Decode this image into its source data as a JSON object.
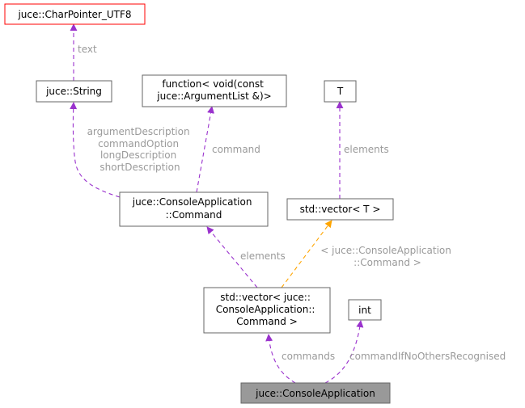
{
  "colors": {
    "edge_purple": "#9a32cd",
    "edge_orange": "#ffa500",
    "label_gray": "#9a9a9a",
    "node_border": "#666666",
    "missing_border": "#ff0000",
    "focus_fill": "#999999"
  },
  "nodes": {
    "charpointer": {
      "lines": [
        "juce::CharPointer_UTF8"
      ]
    },
    "string": {
      "lines": [
        "juce::String"
      ]
    },
    "function": {
      "lines": [
        "function< void(const",
        "juce::ArgumentList &)>"
      ]
    },
    "t": {
      "lines": [
        "T"
      ]
    },
    "command": {
      "lines": [
        "juce::ConsoleApplication",
        "::Command"
      ]
    },
    "vector_t": {
      "lines": [
        "std::vector< T >"
      ]
    },
    "vector_cmd": {
      "lines": [
        "std::vector< juce::",
        "ConsoleApplication::",
        "Command >"
      ]
    },
    "int": {
      "lines": [
        "int"
      ]
    },
    "consoleapp": {
      "lines": [
        "juce::ConsoleApplication"
      ]
    }
  },
  "edges": {
    "text": {
      "lines": [
        "text"
      ]
    },
    "string_members": {
      "lines": [
        "argumentDescription",
        "commandOption",
        "longDescription",
        "shortDescription"
      ]
    },
    "command": {
      "lines": [
        "command"
      ]
    },
    "elements_t": {
      "lines": [
        "elements"
      ]
    },
    "elements_cmd": {
      "lines": [
        "elements"
      ]
    },
    "template_arg": {
      "lines": [
        "< juce::ConsoleApplication",
        "::Command >"
      ]
    },
    "commands": {
      "lines": [
        "commands"
      ]
    },
    "commandIfNoOthersRecognised": {
      "lines": [
        "commandIfNoOthersRecognised"
      ]
    }
  }
}
